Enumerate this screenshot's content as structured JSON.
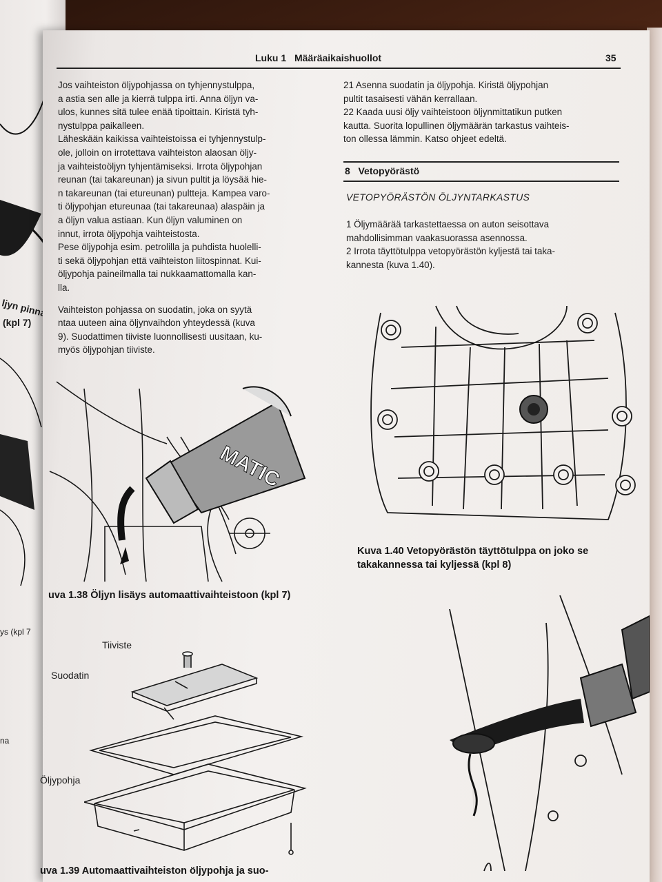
{
  "left_page": {
    "fragments": [
      "ljyn pinnan",
      "(kpl 7)",
      "ys (kpl 7",
      "na"
    ]
  },
  "header": {
    "chapter": "Luku 1",
    "title": "Määräaikaishuollot",
    "page_number": "35"
  },
  "left_column": {
    "lines": [
      "Jos vaihteiston öljypohjassa on tyhjennystulppa,",
      "a astia sen alle ja kierrä tulppa irti. Anna öljyn va-",
      "ulos, kunnes sitä tulee enää tipoittain. Kiristä tyh-",
      "nystulppa paikalleen.",
      "Läheskään kaikissa vaihteistoissa ei tyhjennystulp-",
      "ole, jolloin on irrotettava vaihteiston alaosan öljy-",
      "ja vaihteistoöljyn tyhjentämiseksi. Irrota öljypohjan",
      "reunan (tai takareunan) ja sivun pultit ja löysää hie-",
      "n takareunan (tai etureunan) pultteja. Kampea varo-",
      "ti öljypohjan etureunaa (tai takareunaa) alaspäin ja",
      "a öljyn valua astiaan. Kun öljyn valuminen on",
      "innut, irrota öljypohja vaihteistosta.",
      "Pese öljypohja esim. petrolilla ja puhdista huolelli-",
      "ti sekä öljypohjan että vaihteiston liitospinnat. Kui-",
      "öljypohja paineilmalla tai nukkaamattomalla kan-",
      "lla.",
      "",
      "Vaihteiston pohjassa on suodatin, joka on syytä",
      "ntaa uuteen aina öljynvaihdon yhteydessä (kuva",
      "9). Suodattimen tiiviste luonnollisesti uusitaan, ku-",
      "myös öljypohjan tiiviste."
    ]
  },
  "right_column": {
    "lines": [
      "21  Asenna suodatin ja öljypohja. Kiristä öljypohjan",
      "pultit tasaisesti vähän kerrallaan.",
      "22  Kaada uusi öljy vaihteistoon öljynmittatikun putken",
      "kautta. Suorita lopullinen öljymäärän tarkastus vaihteis-",
      "ton ollessa lämmin. Katso ohjeet edeltä."
    ],
    "section_number": "8",
    "section_title": "Vetopyörästö",
    "subheading": "VETOPYÖRÄSTÖN ÖLJYNTARKASTUS",
    "steps": [
      "1  Öljymäärää tarkastettaessa on auton seisottava",
      "mahdollisimman vaakasuorassa asennossa.",
      "2  Irrota täyttötulppa vetopyörästön kyljestä tai taka-",
      "kannesta (kuva 1.40)."
    ]
  },
  "figures": {
    "fig138": {
      "caption": "uva 1.38  Öljyn lisäys automaattivaihteistoon (kpl 7)",
      "bottle_text": "MATIC"
    },
    "fig139": {
      "labels": {
        "gasket": "Tiiviste",
        "filter": "Suodatin",
        "pan": "Öljypohja"
      },
      "caption": "uva 1.39  Automaattivaihteiston öljypohja ja suo-"
    },
    "fig140": {
      "caption_line1": "Kuva 1.40  Vetopyörästön täyttötulppa on joko se",
      "caption_line2": "takakannessa tai kyljessä (kpl 8)"
    }
  },
  "colors": {
    "ink": "#1e1e1e",
    "paper": "#f0ece9",
    "table": "#3b1a0d"
  }
}
